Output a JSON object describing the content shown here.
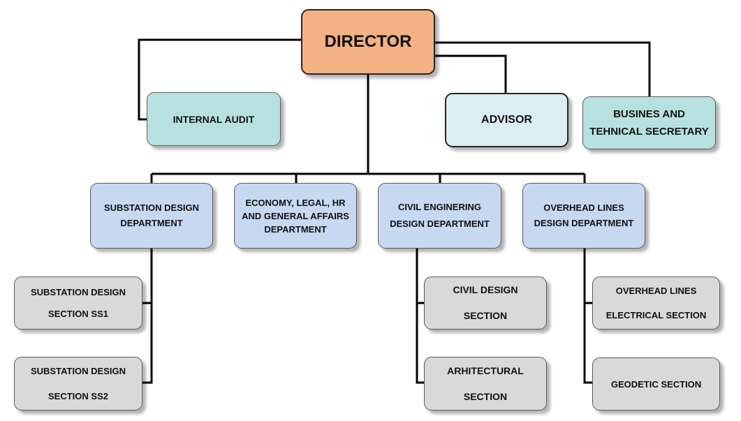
{
  "director": {
    "label": "DIRECTOR"
  },
  "staff": {
    "internal_audit": {
      "label": "INTERNAL AUDIT"
    },
    "advisor": {
      "label": "ADVISOR"
    },
    "business_secretary": {
      "line1": "BUSINES AND",
      "line2": "TEHNICAL SECRETARY"
    }
  },
  "departments": {
    "substation": {
      "line1": "SUBSTATION DESIGN",
      "line2": "DEPARTMENT"
    },
    "economy": {
      "line1": "ECONOMY, LEGAL, HR",
      "line2": "AND GENERAL AFFAIRS",
      "line3": "DEPARTMENT"
    },
    "civil": {
      "line1": "CIVIL ENGINERING",
      "line2": "DESIGN DEPARTMENT"
    },
    "overhead": {
      "line1": "OVERHEAD LINES",
      "line2": "DESIGN DEPARTMENT"
    }
  },
  "sections": {
    "ss1": {
      "line1": "SUBSTATION DESIGN",
      "line2": "SECTION SS1"
    },
    "ss2": {
      "line1": "SUBSTATION DESIGN",
      "line2": "SECTION SS2"
    },
    "civil_design": {
      "line1": "CIVIL DESIGN",
      "line2": "SECTION"
    },
    "arhitectural": {
      "line1": "ARHITECTURAL",
      "line2": "SECTION"
    },
    "overhead_electrical": {
      "line1": "OVERHEAD LINES",
      "line2": "ELECTRICAL SECTION"
    },
    "geodetic": {
      "label": "GEODETIC SECTION"
    }
  },
  "colors": {
    "director": "#f4b183",
    "staff_teal": "#b7e1e1",
    "advisor": "#dbeef4",
    "department": "#c6d9f1",
    "section": "#d9d9d9",
    "connector": "#000000"
  }
}
